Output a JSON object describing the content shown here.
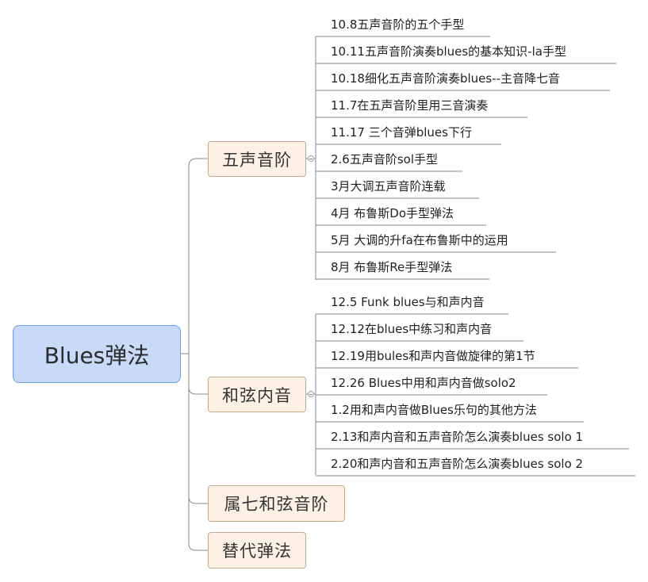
{
  "root": {
    "label": "Blues弹法"
  },
  "branches": [
    {
      "label": "五声音阶",
      "children": [
        "10.8五声音阶的五个手型",
        "10.11五声音阶演奏blues的基本知识-la手型",
        "10.18细化五声音阶演奏blues--主音降七音",
        "11.7在五声音阶里用三音演奏",
        "11.17 三个音弹blues下行",
        "2.6五声音阶sol手型",
        "3月大调五声音阶连载",
        "4月 布鲁斯Do手型弹法",
        "5月 大调的升fa在布鲁斯中的运用",
        "8月 布鲁斯Re手型弹法"
      ]
    },
    {
      "label": "和弦内音",
      "children": [
        "12.5 Funk blues与和声内音",
        "12.12在blues中练习和声内音",
        "12.19用bules和声内音做旋律的第1节",
        "12.26 Blues中用和声内音做solo2",
        "1.2用和声内音做Blues乐句的其他方法",
        "2.13和声内音和五声音阶怎么演奏blues solo 1",
        "2.20和声内音和五声音阶怎么演奏blues solo 2"
      ]
    },
    {
      "label": "属七和弦音阶",
      "children": []
    },
    {
      "label": "替代弹法",
      "children": []
    }
  ],
  "colors": {
    "root_fill": "#c9daf8",
    "branch_fill": "#fdf1e6",
    "line": "#8a8a8a"
  }
}
